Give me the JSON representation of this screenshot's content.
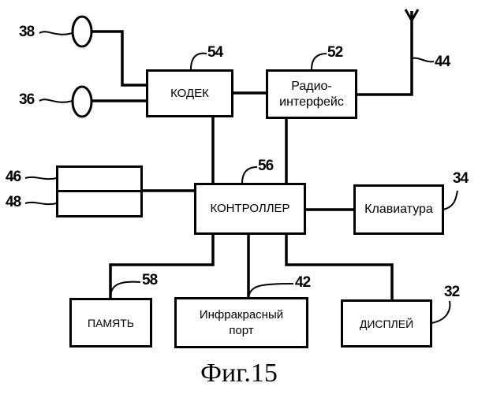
{
  "blocks": {
    "codec": "КОДЕК",
    "radio_line1": "Радио-",
    "radio_line2": "интерфейс",
    "controller": "КОНТРОЛЛЕР",
    "keyboard": "Клавиатура",
    "memory": "ПАМЯТЬ",
    "infrared_line1": "Инфракрасный",
    "infrared_line2": "порт",
    "display": "ДИСПЛЕЙ"
  },
  "refs": {
    "mic1": "38",
    "mic2": "36",
    "codec": "54",
    "radio": "52",
    "antenna": "44",
    "controller": "56",
    "card1": "46",
    "card2": "48",
    "keyboard": "34",
    "memory": "58",
    "infrared": "42",
    "display": "32"
  },
  "caption": "Фиг.15"
}
